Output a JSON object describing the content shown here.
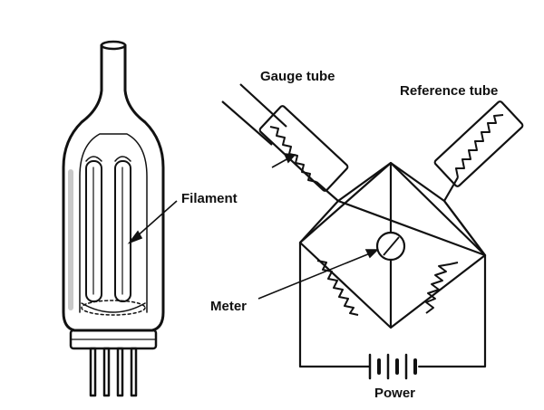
{
  "labels": {
    "gauge_tube": "Gauge tube",
    "reference_tube": "Reference tube",
    "filament": "Filament",
    "meter": "Meter",
    "power": "Power"
  },
  "colors": {
    "ink": "#111111",
    "background": "#ffffff",
    "glass_shade": "#d9d9d9"
  }
}
